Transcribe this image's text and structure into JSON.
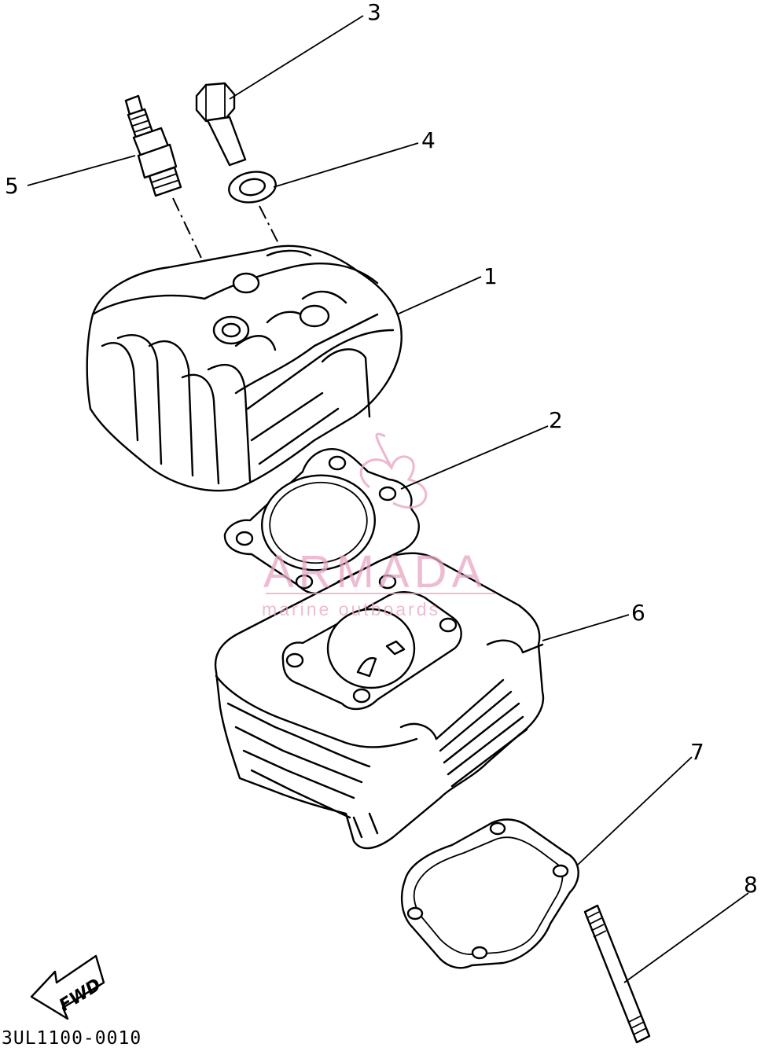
{
  "diagram": {
    "drawing_code": "3UL1100-0010",
    "direction_label": "FWD",
    "callouts": [
      "1",
      "2",
      "3",
      "4",
      "5",
      "6",
      "7",
      "8"
    ],
    "watermark": {
      "brand": "ARMADA",
      "tagline": "marine outboards",
      "color": "#e8a6c4"
    },
    "parts": {
      "1": "cylinder-head",
      "2": "head-gasket",
      "3": "bolt",
      "4": "washer",
      "5": "spark-plug",
      "6": "cylinder",
      "7": "base-gasket",
      "8": "stud-bolt"
    }
  }
}
